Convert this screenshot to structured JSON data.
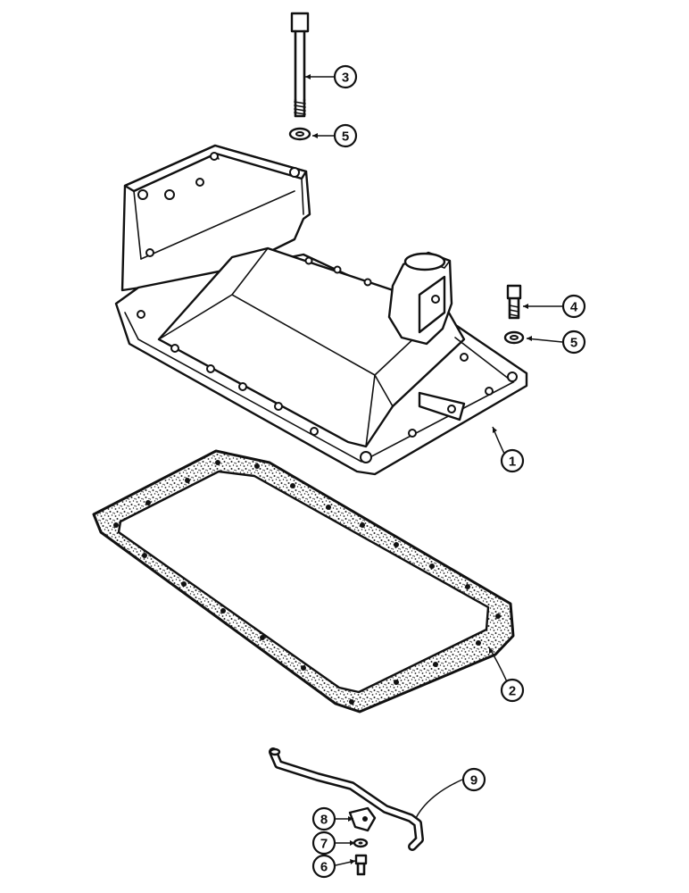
{
  "callouts": [
    {
      "id": "c3",
      "label": "3"
    },
    {
      "id": "c5a",
      "label": "5"
    },
    {
      "id": "c4",
      "label": "4"
    },
    {
      "id": "c5b",
      "label": "5"
    },
    {
      "id": "c1",
      "label": "1"
    },
    {
      "id": "c2",
      "label": "2"
    },
    {
      "id": "c9",
      "label": "9"
    },
    {
      "id": "c8",
      "label": "8"
    },
    {
      "id": "c7",
      "label": "7"
    },
    {
      "id": "c6",
      "label": "6"
    }
  ]
}
